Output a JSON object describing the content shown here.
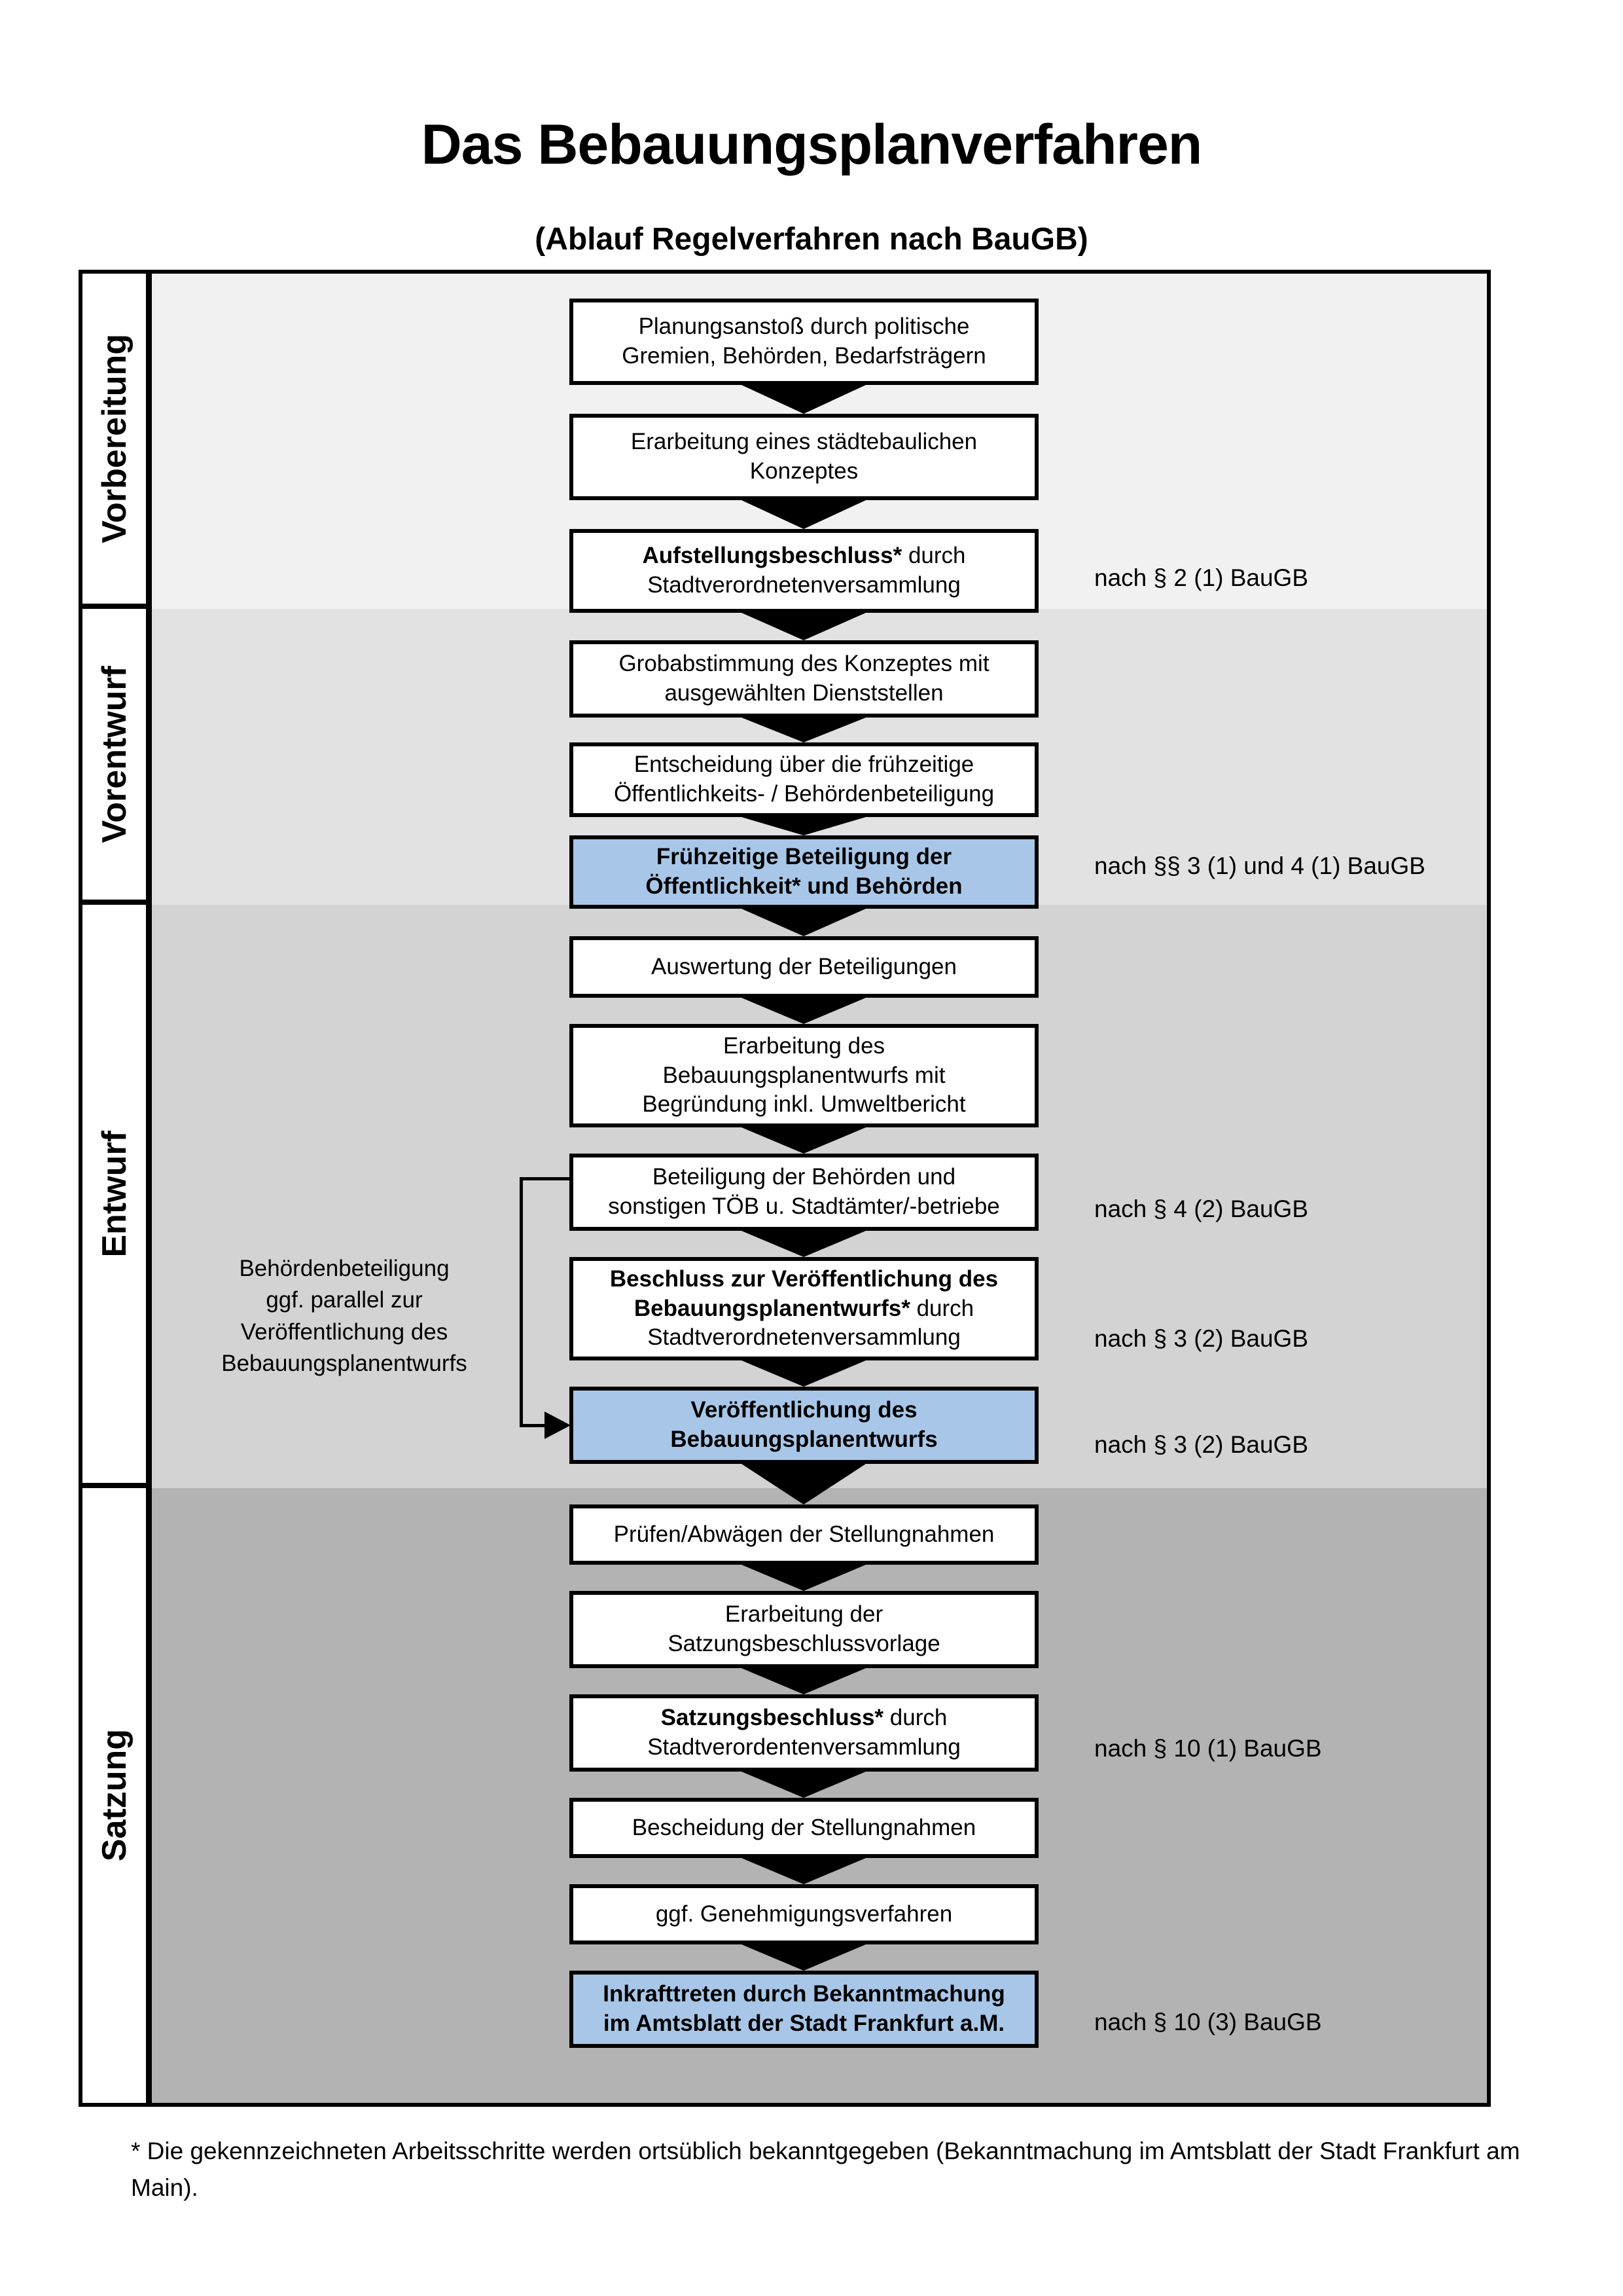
{
  "title": "Das Bebauungsplanverfahren",
  "subtitle": "(Ablauf Regelverfahren nach BauGB)",
  "phases": [
    {
      "label": "Vorbereitung"
    },
    {
      "label": "Vorentwurf"
    },
    {
      "label": "Entwurf"
    },
    {
      "label": "Satzung"
    }
  ],
  "boxes": {
    "b1": {
      "l1": "Planungsanstoß durch politische",
      "l2": "Gremien, Behörden, Bedarfsträgern"
    },
    "b2": {
      "l1": "Erarbeitung eines städtebaulichen",
      "l2": "Konzeptes"
    },
    "b3": {
      "l1b": "Aufstellungsbeschluss*",
      "l1r": " durch",
      "l2": "Stadtverordnetenversammlung"
    },
    "b4": {
      "l1": "Grobabstimmung des Konzeptes mit",
      "l2": "ausgewählten Dienststellen"
    },
    "b5": {
      "l1": "Entscheidung über die frühzeitige",
      "l2": "Öffentlichkeits- / Behördenbeteiligung"
    },
    "b6": {
      "l1": "Frühzeitige Beteiligung der",
      "l2": "Öffentlichkeit* und Behörden"
    },
    "b7": {
      "l1": "Auswertung der Beteiligungen"
    },
    "b8": {
      "l1": "Erarbeitung des",
      "l2": "Bebauungsplanentwurfs mit",
      "l3": "Begründung inkl. Umweltbericht"
    },
    "b9": {
      "l1": "Beteiligung der Behörden und",
      "l2": "sonstigen TÖB u. Stadtämter/-betriebe"
    },
    "b10": {
      "l1": "Beschluss zur Veröffentlichung des",
      "l2b": "Bebauungsplanentwurfs*",
      "l2r": " durch",
      "l3": "Stadtverordnetenversammlung"
    },
    "b11": {
      "l1": "Veröffentlichung des",
      "l2": "Bebauungsplanentwurfs"
    },
    "b12": {
      "l1": "Prüfen/Abwägen der Stellungnahmen"
    },
    "b13": {
      "l1": "Erarbeitung der",
      "l2": "Satzungsbeschlussvorlage"
    },
    "b14": {
      "l1b": "Satzungsbeschluss*",
      "l1r": " durch",
      "l2": "Stadtverordentenversammlung"
    },
    "b15": {
      "l1": "Bescheidung der Stellungnahmen"
    },
    "b16": {
      "l1": "ggf. Genehmigungsverfahren"
    },
    "b17": {
      "l1b": "Inkrafttreten",
      "l1r": " durch Bekanntmachung",
      "l2": "im Amtsblatt der Stadt Frankfurt a.M."
    }
  },
  "refs": {
    "r1": "nach § 2 (1) BauGB",
    "r2": "nach §§ 3 (1) und 4 (1) BauGB",
    "r3": "nach § 4 (2) BauGB",
    "r4": "nach § 3 (2) BauGB",
    "r5": "nach § 3 (2) BauGB",
    "r6": "nach § 10 (1) BauGB",
    "r7": "nach § 10 (3) BauGB"
  },
  "side_note": {
    "l1": "Behördenbeteiligung",
    "l2": "ggf. parallel zur",
    "l3": "Veröffentlichung des",
    "l4": "Bebauungsplanentwurfs"
  },
  "footnote": "* Die gekennzeichneten Arbeitsschritte werden ortsüblich bekanntgegeben (Bekanntmachung im Amtsblatt der Stadt Frankfurt am Main).",
  "colors": {
    "highlight_box": "#a8c7e8",
    "phase_vorbereitung_bg": "#f1f1f1",
    "phase_vorentwurf_bg": "#e2e2e2",
    "phase_entwurf_bg": "#d3d3d3",
    "phase_satzung_bg": "#b3b3b3",
    "box_border": "#000000"
  }
}
